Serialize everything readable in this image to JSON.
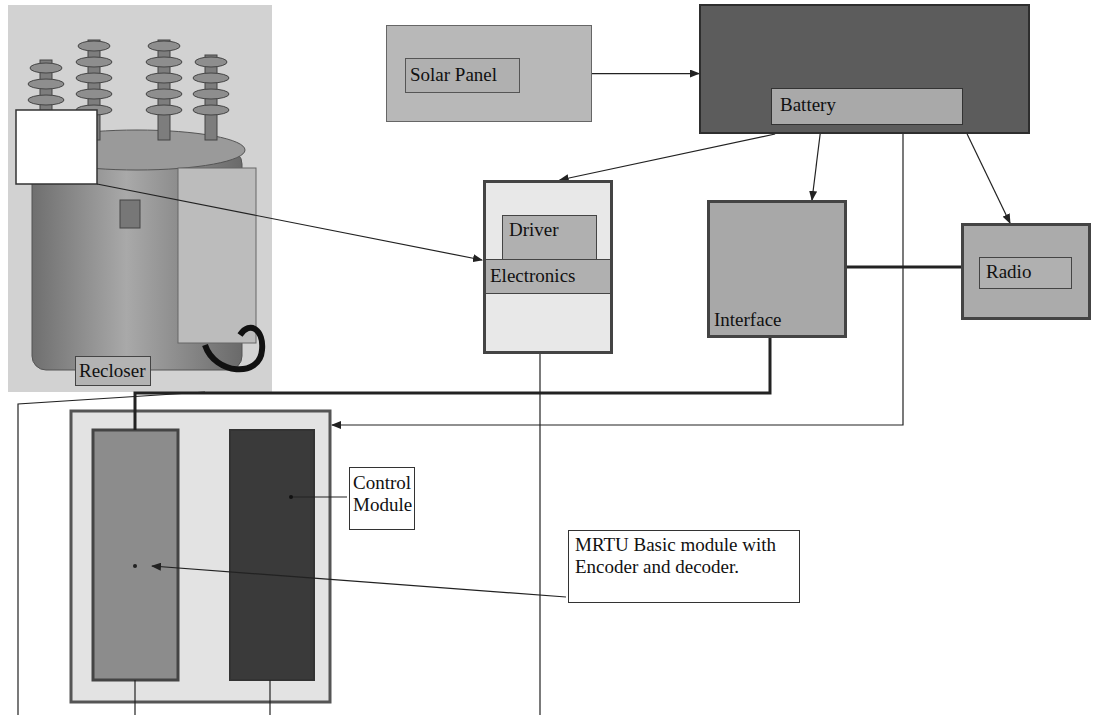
{
  "diagram": {
    "nodes": [
      {
        "text": [
          "Recloser"
        ]
      },
      {
        "text": [
          "Solar Panel"
        ]
      },
      {
        "text": [
          "Battery"
        ]
      },
      {
        "text": [
          "Driver",
          "Electronics"
        ]
      },
      {
        "text": [
          "Interface"
        ]
      },
      {
        "text": [
          "Radio"
        ]
      },
      {
        "text": [
          "Control Module"
        ]
      },
      {
        "text": [
          "MRTU Basic module with Encoder and decoder."
        ]
      }
    ],
    "edges": [
      {
        "from": 1,
        "to": 2,
        "arrow": "to"
      },
      {
        "from": 2,
        "to": 3,
        "arrow": "to"
      },
      {
        "from": 2,
        "to": 4,
        "arrow": "to"
      },
      {
        "from": 2,
        "to": 5,
        "arrow": "to"
      },
      {
        "from": 4,
        "to": 5,
        "arrow": "none"
      }
    ]
  }
}
